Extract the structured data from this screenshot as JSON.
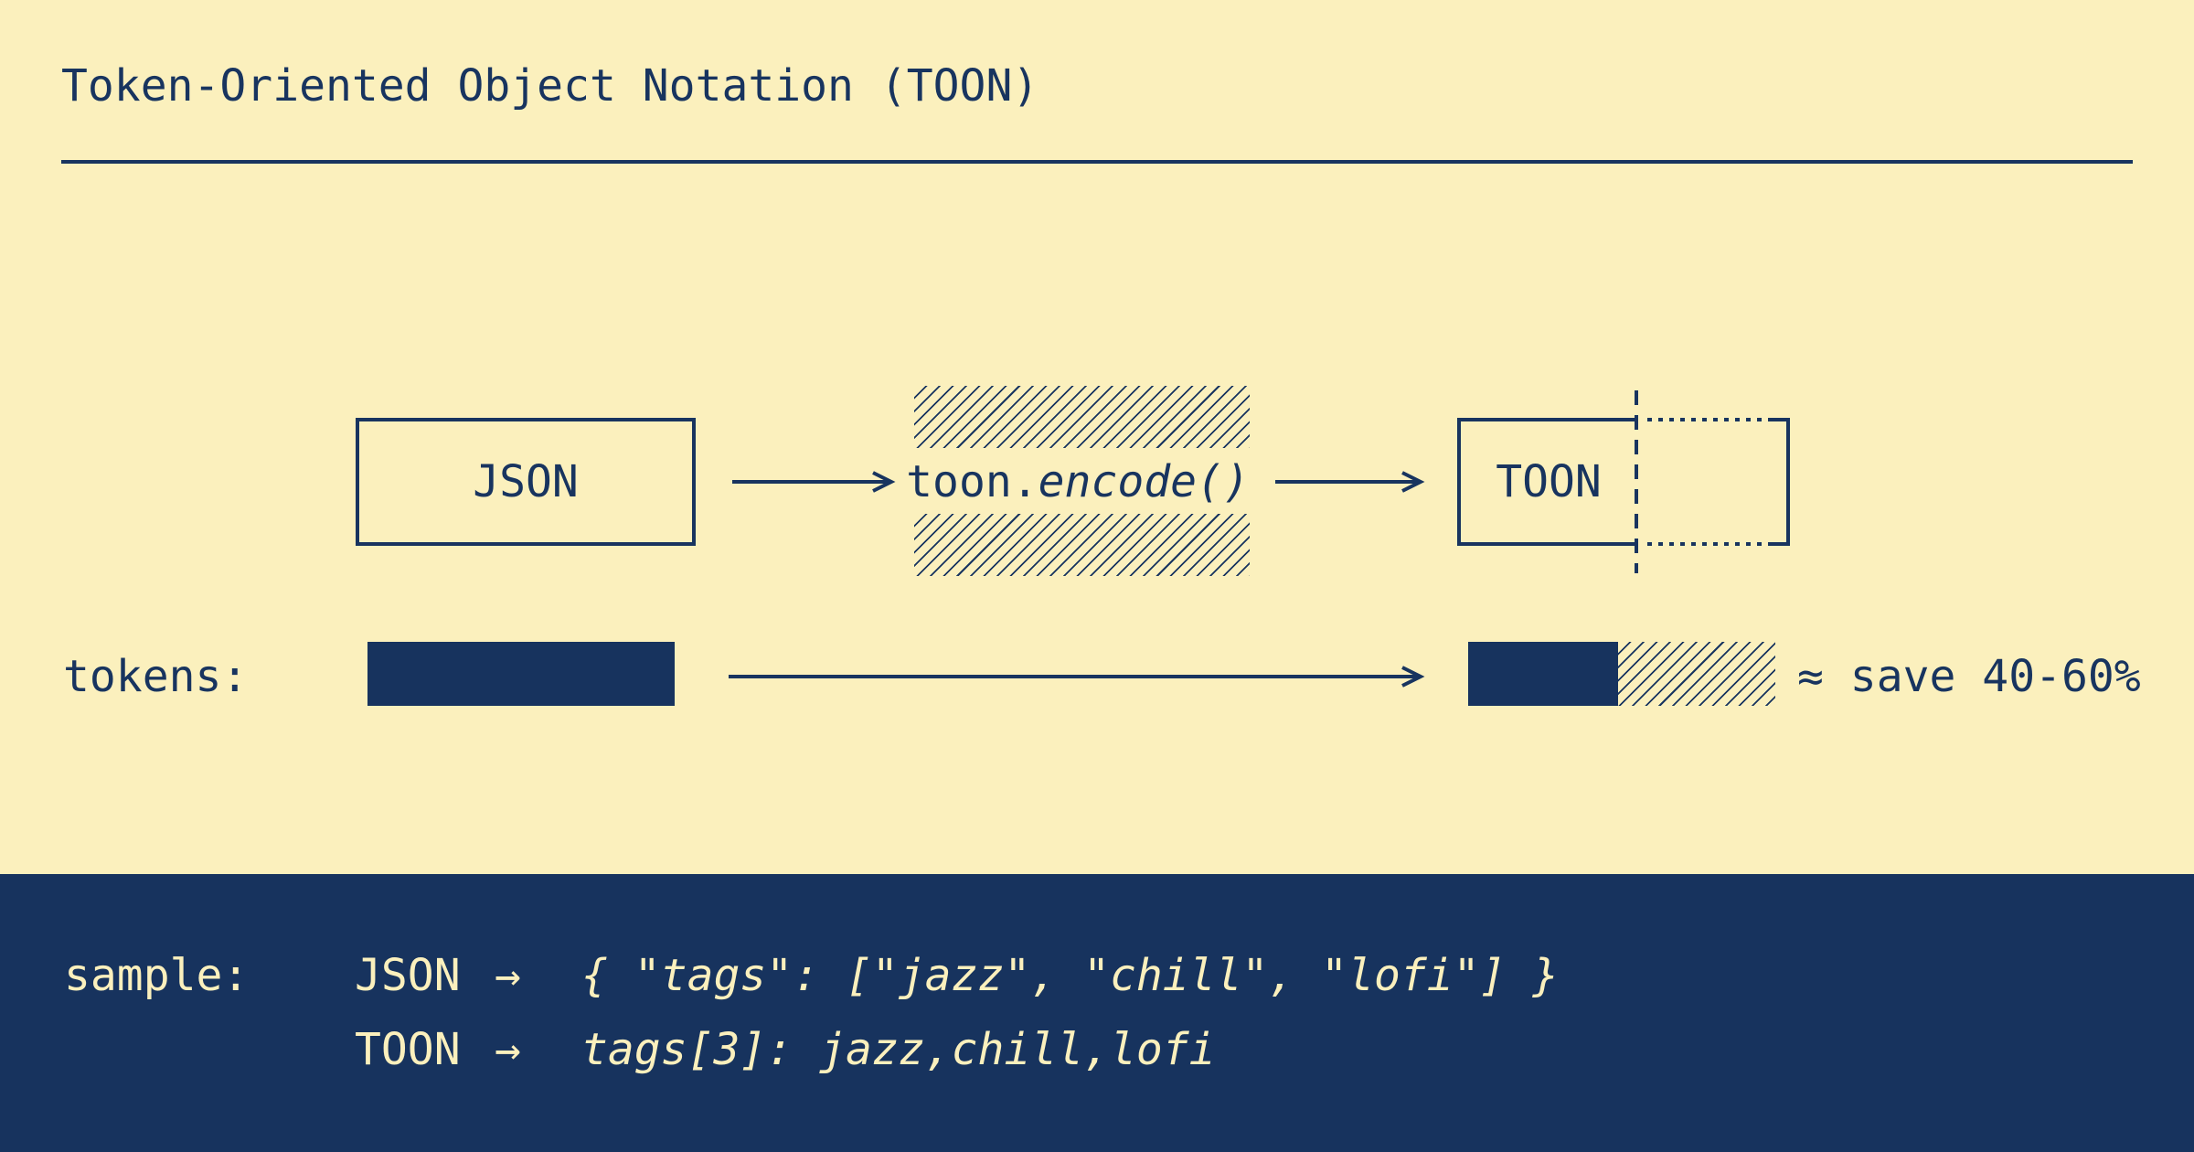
{
  "colors": {
    "cream": "#FBF0BD",
    "navy": "#17335E"
  },
  "header": {
    "title": "Token-Oriented Object Notation (TOON)"
  },
  "flow": {
    "json_box_label": "JSON",
    "encode_prefix": "toon.",
    "encode_italic": "encode()",
    "toon_box_label": "TOON"
  },
  "tokens_row": {
    "label": "tokens:",
    "savings_label": "≈ save 40-60%"
  },
  "sample": {
    "label": "sample:",
    "rows": [
      {
        "format": "JSON",
        "arrow": "→",
        "content": "{ \"tags\": [\"jazz\", \"chill\", \"lofi\"] }"
      },
      {
        "format": "TOON",
        "arrow": "→",
        "content": "tags[3]: jazz,chill,lofi"
      }
    ]
  }
}
